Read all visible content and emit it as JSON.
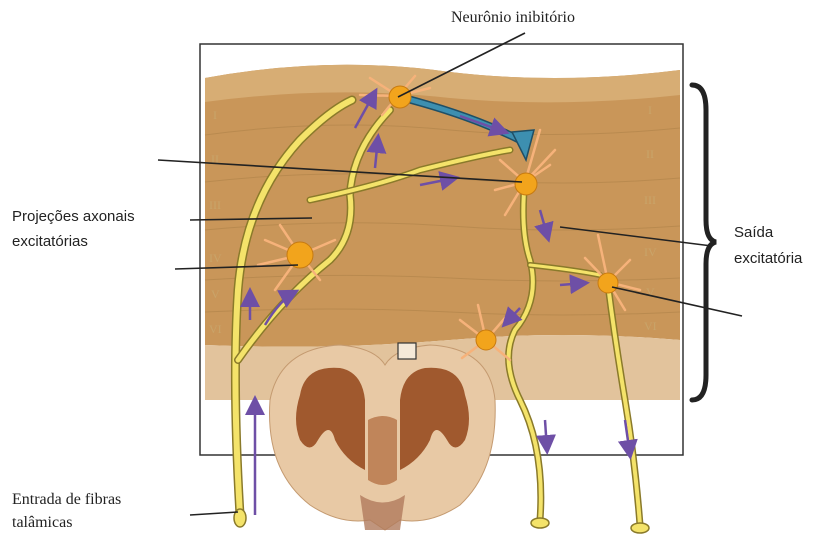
{
  "labels": {
    "inhibitory_neuron": "Neurônio inibitório",
    "axonal_projections_line1": "Projeções axonais",
    "axonal_projections_line2": "excitatórias",
    "output_line1": "Saída",
    "output_line2": "excitatória",
    "thalamic_input_line1": "Entrada de fibras",
    "thalamic_input_line2": "talâmicas"
  },
  "layers": [
    "I",
    "II",
    "III",
    "IV",
    "V",
    "VI"
  ],
  "colors": {
    "cortex": "#c99659",
    "cortex_light": "#d7ad74",
    "white_matter": "#e2c39c",
    "axon": "#f4e36a",
    "axon_outline": "#8a7a2a",
    "neuron_body": "#f2a41c",
    "dendrite": "#f6b27a",
    "inhibitory_axon": "#3d8fb0",
    "arrow": "#6e4fa6",
    "brain_outer": "#e8c9a5",
    "brain_inner": "#a0592e"
  }
}
